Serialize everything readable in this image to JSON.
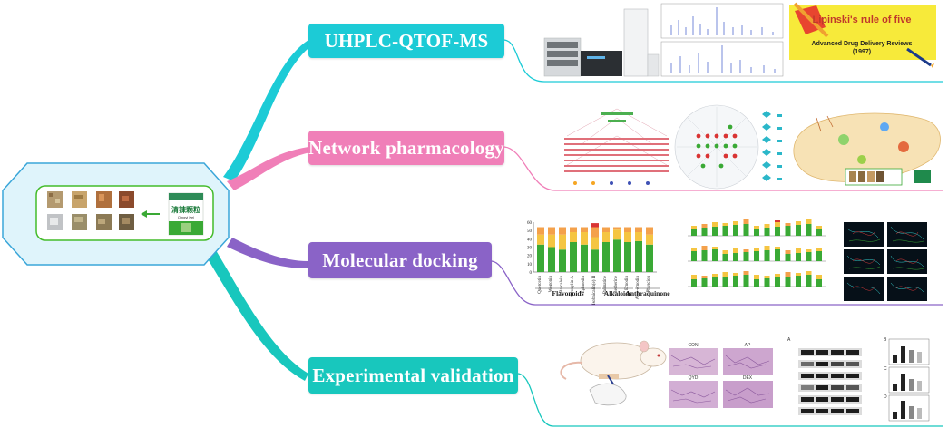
{
  "center": {
    "box_text": "清辣颗粒",
    "box_sub": "Qingyi Kel"
  },
  "branches": [
    {
      "label": "UHPLC-QTOF-MS",
      "color": "#1ccbd6"
    },
    {
      "label": "Network pharmacology",
      "color": "#f07fb8"
    },
    {
      "label": "Molecular docking",
      "color": "#8a63c7"
    },
    {
      "label": "Experimental validation",
      "color": "#18c7bd"
    }
  ],
  "lipinski": {
    "title": "Lipinski's rule of five",
    "subtitle": "Advanced Drug Delivery Reviews",
    "year": "(1997)"
  },
  "docking_chart": {
    "categories": [
      "Quercetin",
      "Wogonin",
      "Baicalein",
      "Oroxylin A",
      "Epimedin",
      "Isobaicalin(e) II",
      "Palmatine",
      "Berberine",
      "Emodin",
      "Aloe-emodin",
      "Physcion"
    ],
    "groups": [
      "Flavonoids",
      "Alkaloids",
      "Anthraquinone"
    ],
    "ticks": [
      "0",
      "10",
      "20",
      "30",
      "40",
      "50",
      "60"
    ]
  },
  "histology_labels": [
    "CON",
    "AP",
    "QYD",
    "DEX"
  ],
  "panel_letters": [
    "A",
    "B",
    "C",
    "D"
  ],
  "colors": {
    "green": "#3aa935",
    "yellow": "#f5c542",
    "orange": "#f4a14b",
    "red": "#d93434"
  }
}
